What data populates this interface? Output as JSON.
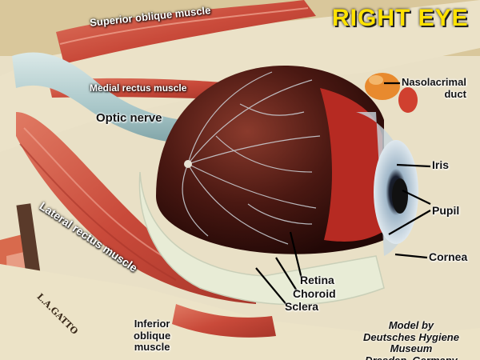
{
  "title": "RIGHT EYE",
  "labels": {
    "superior_oblique": "Superior oblique muscle",
    "medial_rectus": "Medial rectus muscle",
    "optic_nerve": "Optic nerve",
    "lateral_rectus": "Lateral rectus muscle",
    "nasolacrimal": "Nasolacrimal\nduct",
    "iris": "Iris",
    "pupil": "Pupil",
    "cornea": "Cornea",
    "retina": "Retina",
    "choroid": "Choroid",
    "sclera": "Sclera",
    "inferior_oblique": "Inferior\noblique\nmuscle"
  },
  "credit": "Model by\nDeutsches Hygiene Museum\nDresden, Germany",
  "signature": "L.A.GATTO",
  "colors": {
    "title": "#ffe200",
    "muscle": "#c94a3a",
    "eyeball": "#4a1812",
    "choroid_band": "#b62a22",
    "sclera": "#e8ecd6",
    "nerve": "#a9c7c9",
    "background": "#e9e0c6"
  }
}
